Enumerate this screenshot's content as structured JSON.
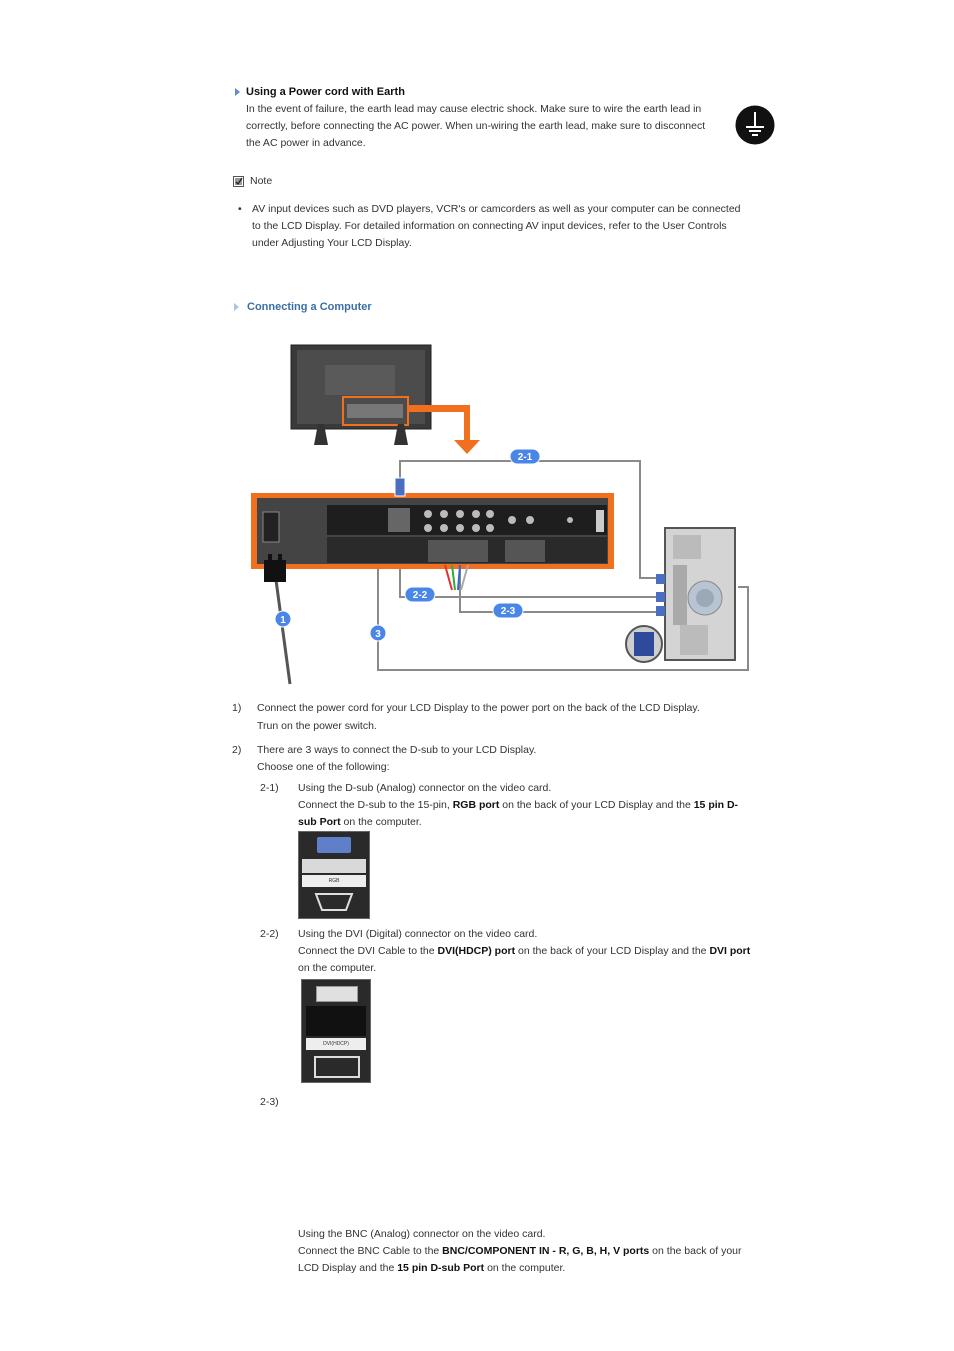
{
  "earth": {
    "title": "Using a Power cord with Earth",
    "lines": [
      "In the event of failure, the earth lead may cause electric shock. Make sure to wire the earth lead in",
      "correctly, before connecting the AC power. When un-wiring the earth lead, make sure to disconnect",
      "the AC power in advance."
    ],
    "icon": "earth-ground-icon"
  },
  "note": {
    "label": "Note",
    "bullet": "•",
    "lines": [
      "AV input devices such as DVD players, VCR's or camcorders as well as your computer can be connected",
      "to the LCD Display. For detailed information on connecting AV input devices, refer to the User Controls",
      "under Adjusting Your LCD Display."
    ]
  },
  "section": {
    "title": "Connecting a Computer"
  },
  "diagram": {
    "labels": {
      "l21": "2-1",
      "l22": "2-2",
      "l23": "2-3",
      "l1": "1",
      "l3": "3"
    },
    "colors": {
      "orange": "#f07020",
      "blue": "#4a86e8",
      "cable": "#8a8a8a"
    }
  },
  "steps": {
    "s1": {
      "num": "1)",
      "line1": "Connect the power cord for your LCD Display to the power port on the back of the LCD Display.",
      "line2": "Trun on the power switch."
    },
    "s2": {
      "num": "2)",
      "line1": "There are 3 ways to connect the D-sub to your LCD Display.",
      "line2": "Choose one of the following:"
    },
    "s21": {
      "num": "2-1)",
      "line1": "Using the D-sub (Analog) connector on the video card.",
      "l2a": "Connect the D-sub to the 15-pin, ",
      "l2b": "RGB port",
      "l2c": " on the back of your LCD Display and the ",
      "l2d": "15 pin D-",
      "l3a": "sub Port",
      "l3b": " on the computer.",
      "port_label": "RGB"
    },
    "s22": {
      "num": "2-2)",
      "line1": "Using the DVI (Digital) connector on the video card.",
      "l2a": "Connect the DVI Cable to the ",
      "l2b": "DVI(HDCP) port",
      "l2c": " on the back of your LCD Display and the ",
      "l2d": "DVI port",
      "l3": "on the computer.",
      "port_label": "DVI(HDCP)"
    },
    "s23": {
      "num": "2-3)",
      "line1": "Using the BNC (Analog) connector on the video card.",
      "l2a": "Connect the BNC Cable to the ",
      "l2b": "BNC/COMPONENT IN - R, G, B, H, V ports",
      "l2c": " on the back of your",
      "l3a": "LCD Display and the ",
      "l3b": "15 pin D-sub Port",
      "l3c": " on the computer."
    }
  }
}
